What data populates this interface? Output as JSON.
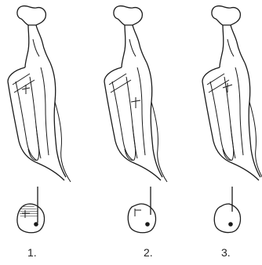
{
  "figure": {
    "line_color": "#1a1a1a",
    "hatch_color": "#555555",
    "background": "#ffffff",
    "panels": [
      {
        "label": "1.",
        "variant": "hatched-section"
      },
      {
        "label": "2.",
        "variant": "notched-section"
      },
      {
        "label": "3.",
        "variant": "plain-section"
      }
    ]
  }
}
